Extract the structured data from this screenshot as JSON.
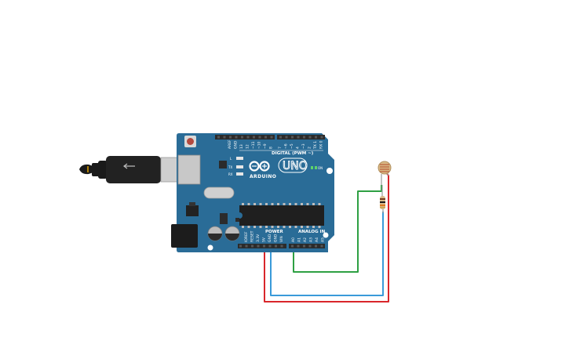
{
  "board": {
    "brand": "ARDUINO",
    "model": "UNO",
    "digital_label": "DIGITAL (PWM ~)",
    "analog_label": "ANALOG IN",
    "power_label": "POWER",
    "on_label": "ON",
    "l_led": "L",
    "tx_led": "TX",
    "rx_led": "RX",
    "digital_pins": [
      "AREF",
      "GND",
      "13",
      "12",
      "~11",
      "~10",
      "~9",
      "8",
      "7",
      "~6",
      "~5",
      "4",
      "~3",
      "2",
      "TX 1",
      "RX 0"
    ],
    "power_pins": [
      "IOREF",
      "RESET",
      "3.3V",
      "5V",
      "GND",
      "GND",
      "VIN"
    ],
    "analog_pins": [
      "A0",
      "A1",
      "A2",
      "A3",
      "A4",
      "A5"
    ]
  },
  "colors": {
    "board": "#2a6c97",
    "wire_green": "#2ea043",
    "wire_blue": "#3a9ad9",
    "wire_red": "#d9262b",
    "header": "#2b2b2b"
  },
  "components": {
    "photoresistor": "photoresistor",
    "resistor": "resistor",
    "usb_cable": "usb-cable"
  }
}
